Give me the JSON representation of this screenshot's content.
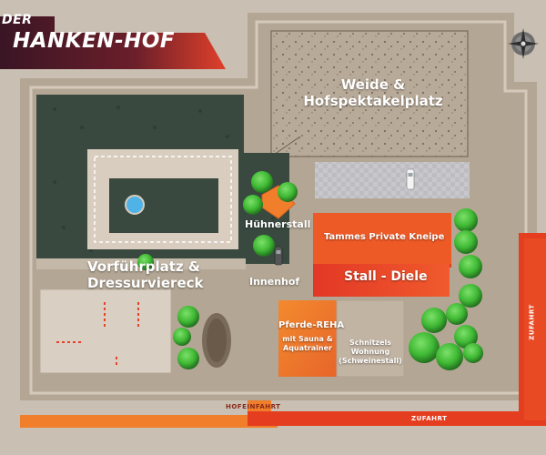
{
  "title": {
    "prefix": "DER",
    "main": "HANKEN-HOF"
  },
  "areas": {
    "pasture": [
      "Weide &",
      "Hofspektakelplatz"
    ],
    "arena": [
      "Vorführplatz &",
      "Dressurviereck"
    ],
    "chicken_coop": "Hühnerstall",
    "courtyard": "Innenhof",
    "pub": "Tammes Private Kneipe",
    "stable": "Stall - Diele",
    "rehab": "Pferde-REHA",
    "rehab_sub": [
      "mit Sauna &",
      "Aquatrainer"
    ],
    "apartment": [
      "Schnitzels",
      "Wohnung",
      "(Schweinestall)"
    ]
  },
  "roads": {
    "driveway": "HOFEINFAHRT",
    "access_bottom": "ZUFAHRT",
    "access_side": "ZUFAHRT"
  },
  "colors": {
    "ground": "#c9bfb2",
    "lot": "#b9ad9e",
    "path": "#d6cbbd",
    "grass": "#39493f",
    "stable": "#e8412a",
    "pub": "#ee5a26",
    "rehab": "#f07e2a",
    "road": "#e53d1f",
    "tree": "#3fb934",
    "title_dark": "#3a1524",
    "title_accent": "#e0402a"
  },
  "icons": [
    "compass-icon",
    "tree-icon",
    "car-icon",
    "pond-icon"
  ]
}
